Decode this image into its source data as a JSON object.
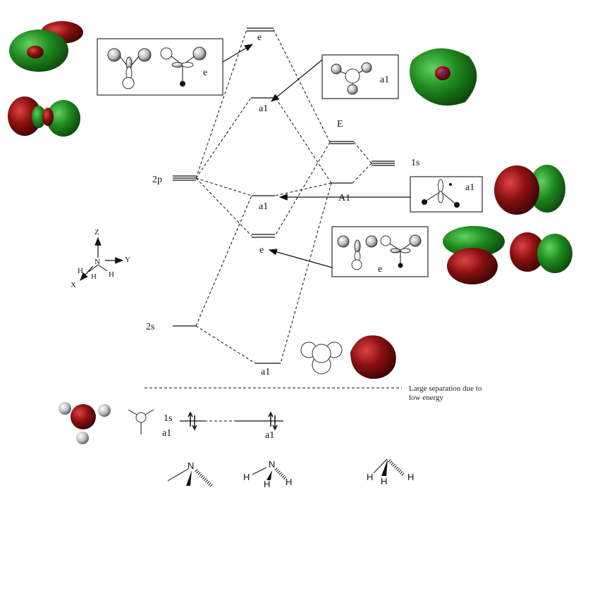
{
  "levels": {
    "top_e": "e",
    "antibonding_a1": "a1",
    "nonbonding_a1": "a1",
    "bonding_e": "e",
    "bonding_a1": "a1",
    "n_2p": "2p",
    "n_2s": "2s",
    "h_1s": "1s",
    "h_E": "E",
    "h_A1": "A1"
  },
  "boxes": {
    "box_e_top": "e",
    "box_a1_top": "a1",
    "box_a1_mid": "a1",
    "box_e_bottom": "e"
  },
  "axes": {
    "z": "Z",
    "y": "Y",
    "x": "X",
    "n": "N",
    "h1": "H",
    "h2": "H",
    "h3": "H"
  },
  "separator_note": {
    "line1": "Large separation due to",
    "line2": "low energy"
  },
  "core": {
    "label_1s": "1s",
    "label_a1_left": "a1",
    "label_a1_right": "a1"
  },
  "structures": {
    "n1": "N",
    "n2": "N",
    "h_a": "H",
    "h_b": "H",
    "h_c": "H",
    "h_d": "H",
    "h_e": "H",
    "h_f": "H"
  },
  "colors": {
    "green": "#1f8a1f",
    "red": "#8b1010"
  }
}
